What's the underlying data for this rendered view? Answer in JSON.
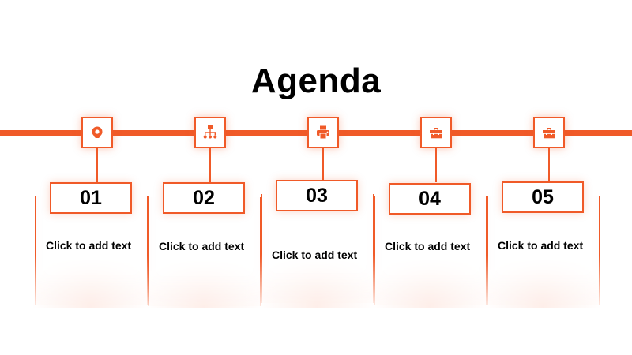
{
  "title": "Agenda",
  "accent_color": "#f05a28",
  "steps": [
    {
      "number": "01",
      "text": "Click to add text",
      "icon": "location-pin-icon"
    },
    {
      "number": "02",
      "text": "Click to add text",
      "icon": "org-chart-icon"
    },
    {
      "number": "03",
      "text": "Click to add text",
      "icon": "printer-icon"
    },
    {
      "number": "04",
      "text": "Click to add text",
      "icon": "toolbox-icon"
    },
    {
      "number": "05",
      "text": "Click to add text",
      "icon": "toolbox-icon"
    }
  ]
}
